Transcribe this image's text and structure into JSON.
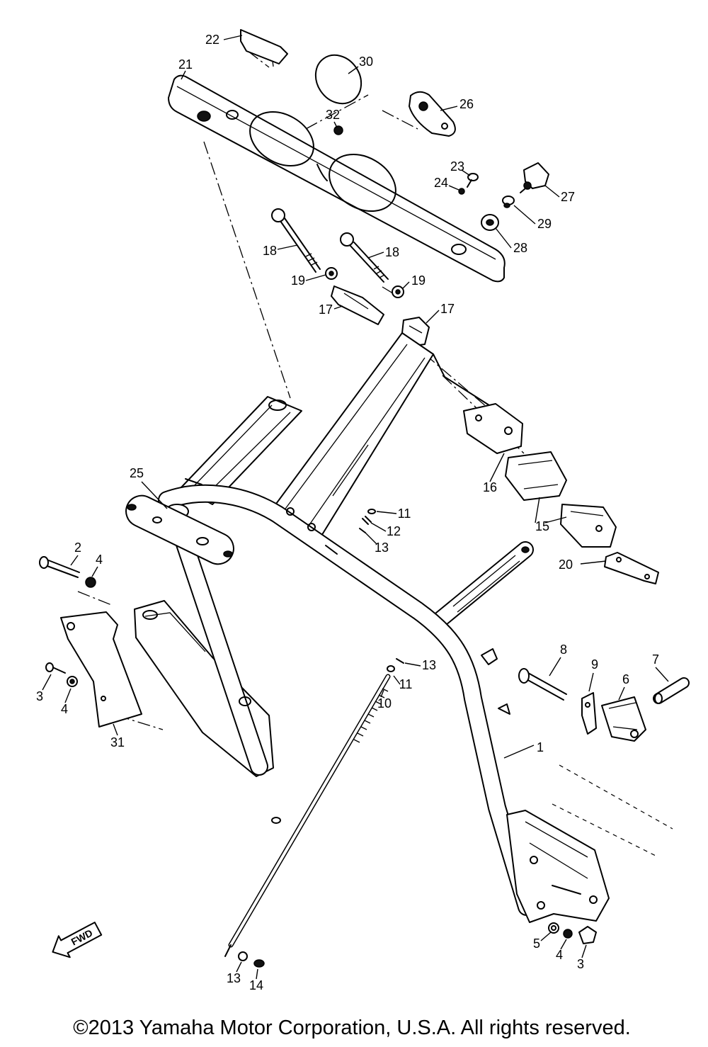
{
  "callouts": [
    "22",
    "21",
    "30",
    "26",
    "32",
    "23",
    "24",
    "27",
    "29",
    "28",
    "18",
    "18",
    "19",
    "19",
    "17",
    "17",
    "16",
    "15",
    "25",
    "11",
    "12",
    "13",
    "2",
    "4",
    "20",
    "8",
    "9",
    "13",
    "7",
    "6",
    "11",
    "10",
    "3",
    "4",
    "31",
    "1",
    "5",
    "4",
    "3",
    "13",
    "14"
  ],
  "fwd_label": "FWD",
  "copyright": "©2013 Yamaha Motor Corporation, U.S.A. All rights reserved."
}
